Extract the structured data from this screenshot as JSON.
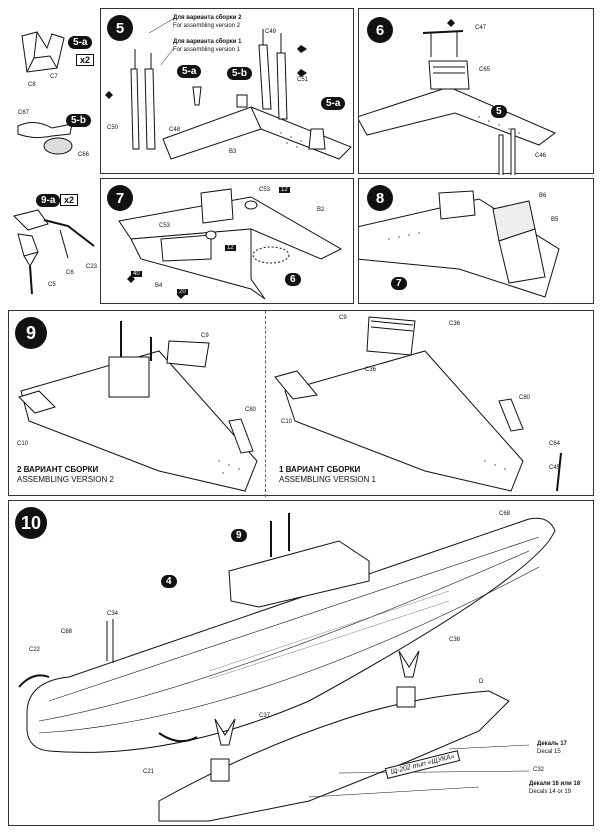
{
  "steps": {
    "s5": "5",
    "s6": "6",
    "s7": "7",
    "s8": "8",
    "s9": "9",
    "s10": "10",
    "s5a": "5-a",
    "s5b": "5-b",
    "s9a": "9-a",
    "x2a": "x2",
    "x2b": "x2"
  },
  "step5": {
    "ver2_ru": "Для варианта сборки 2",
    "ver2_en": "For assembling version 2",
    "ver1_ru": "Для варианта сборки 1",
    "ver1_en": "For assembling version 1",
    "labels": [
      "C49",
      "C51",
      "C50",
      "C48",
      "B3"
    ],
    "sub": [
      "5-a",
      "5-b",
      "5-a"
    ]
  },
  "step6": {
    "labels": [
      "C47",
      "C65",
      "C46"
    ],
    "sub": "5"
  },
  "step7": {
    "labels": [
      "C53",
      "B2",
      "C53",
      "B4"
    ],
    "tags": [
      "12",
      "12",
      "40",
      "20"
    ],
    "sub": "6"
  },
  "step8": {
    "labels": [
      "B6",
      "B5"
    ],
    "sub": "7"
  },
  "step9": {
    "labels_left": [
      "C9",
      "C10",
      "C80"
    ],
    "labels_right": [
      "C9",
      "C36",
      "C36",
      "C10",
      "C80",
      "C64",
      "C45"
    ],
    "ver2_ru": "2 ВАРИАНТ СБОРКИ",
    "ver2_en": "ASSEMBLING VERSION  2",
    "ver1_ru": "1 ВАРИАНТ СБОРКИ",
    "ver1_en": "ASSEMBLING VERSION  1"
  },
  "left_parts": {
    "a_labels": [
      "C8",
      "C7"
    ],
    "b_labels": [
      "C67",
      "C66"
    ],
    "c_labels": [
      "C6",
      "C23",
      "C5"
    ]
  },
  "step10": {
    "labels": [
      "C68",
      "C34",
      "C68",
      "C22",
      "C21",
      "C37",
      "C38",
      "C32",
      "D"
    ],
    "sub": [
      "4",
      "9"
    ],
    "decal1_ru": "Декаль 17",
    "decal1_en": "Decal 15",
    "decal2_ru": "Декали 16 или 18",
    "decal2_en": "Decals 14 or 19",
    "nameplate": "Щ-202 тип «ЩУКА»"
  }
}
